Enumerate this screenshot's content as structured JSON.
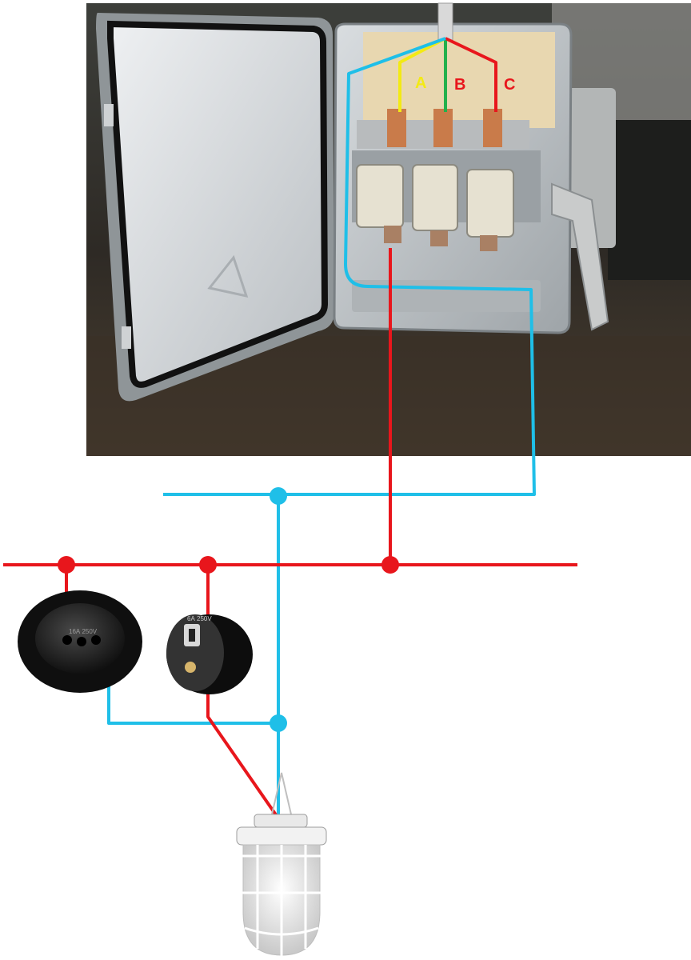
{
  "colors": {
    "phase_wire": "#e8161c",
    "neutral_wire": "#1fbfe8",
    "phase_a_wire": "#f3ea14",
    "phase_b_wire": "#22b14c",
    "phase_c_wire": "#e8161c",
    "label_a": "#f3ea14",
    "label_b": "#e8161c",
    "label_c": "#e8161c",
    "background": "#ffffff"
  },
  "labels": {
    "phase_a": "A",
    "phase_b": "B",
    "phase_c": "C",
    "socket_rating": "16А 250V",
    "switch_rating": "6А 250V"
  },
  "icons": {
    "breaker_box": "switchboard-fuse-box-photo",
    "socket": "round-socket-icon",
    "switch": "round-switch-icon",
    "lamp": "caged-ceiling-lamp-icon"
  }
}
